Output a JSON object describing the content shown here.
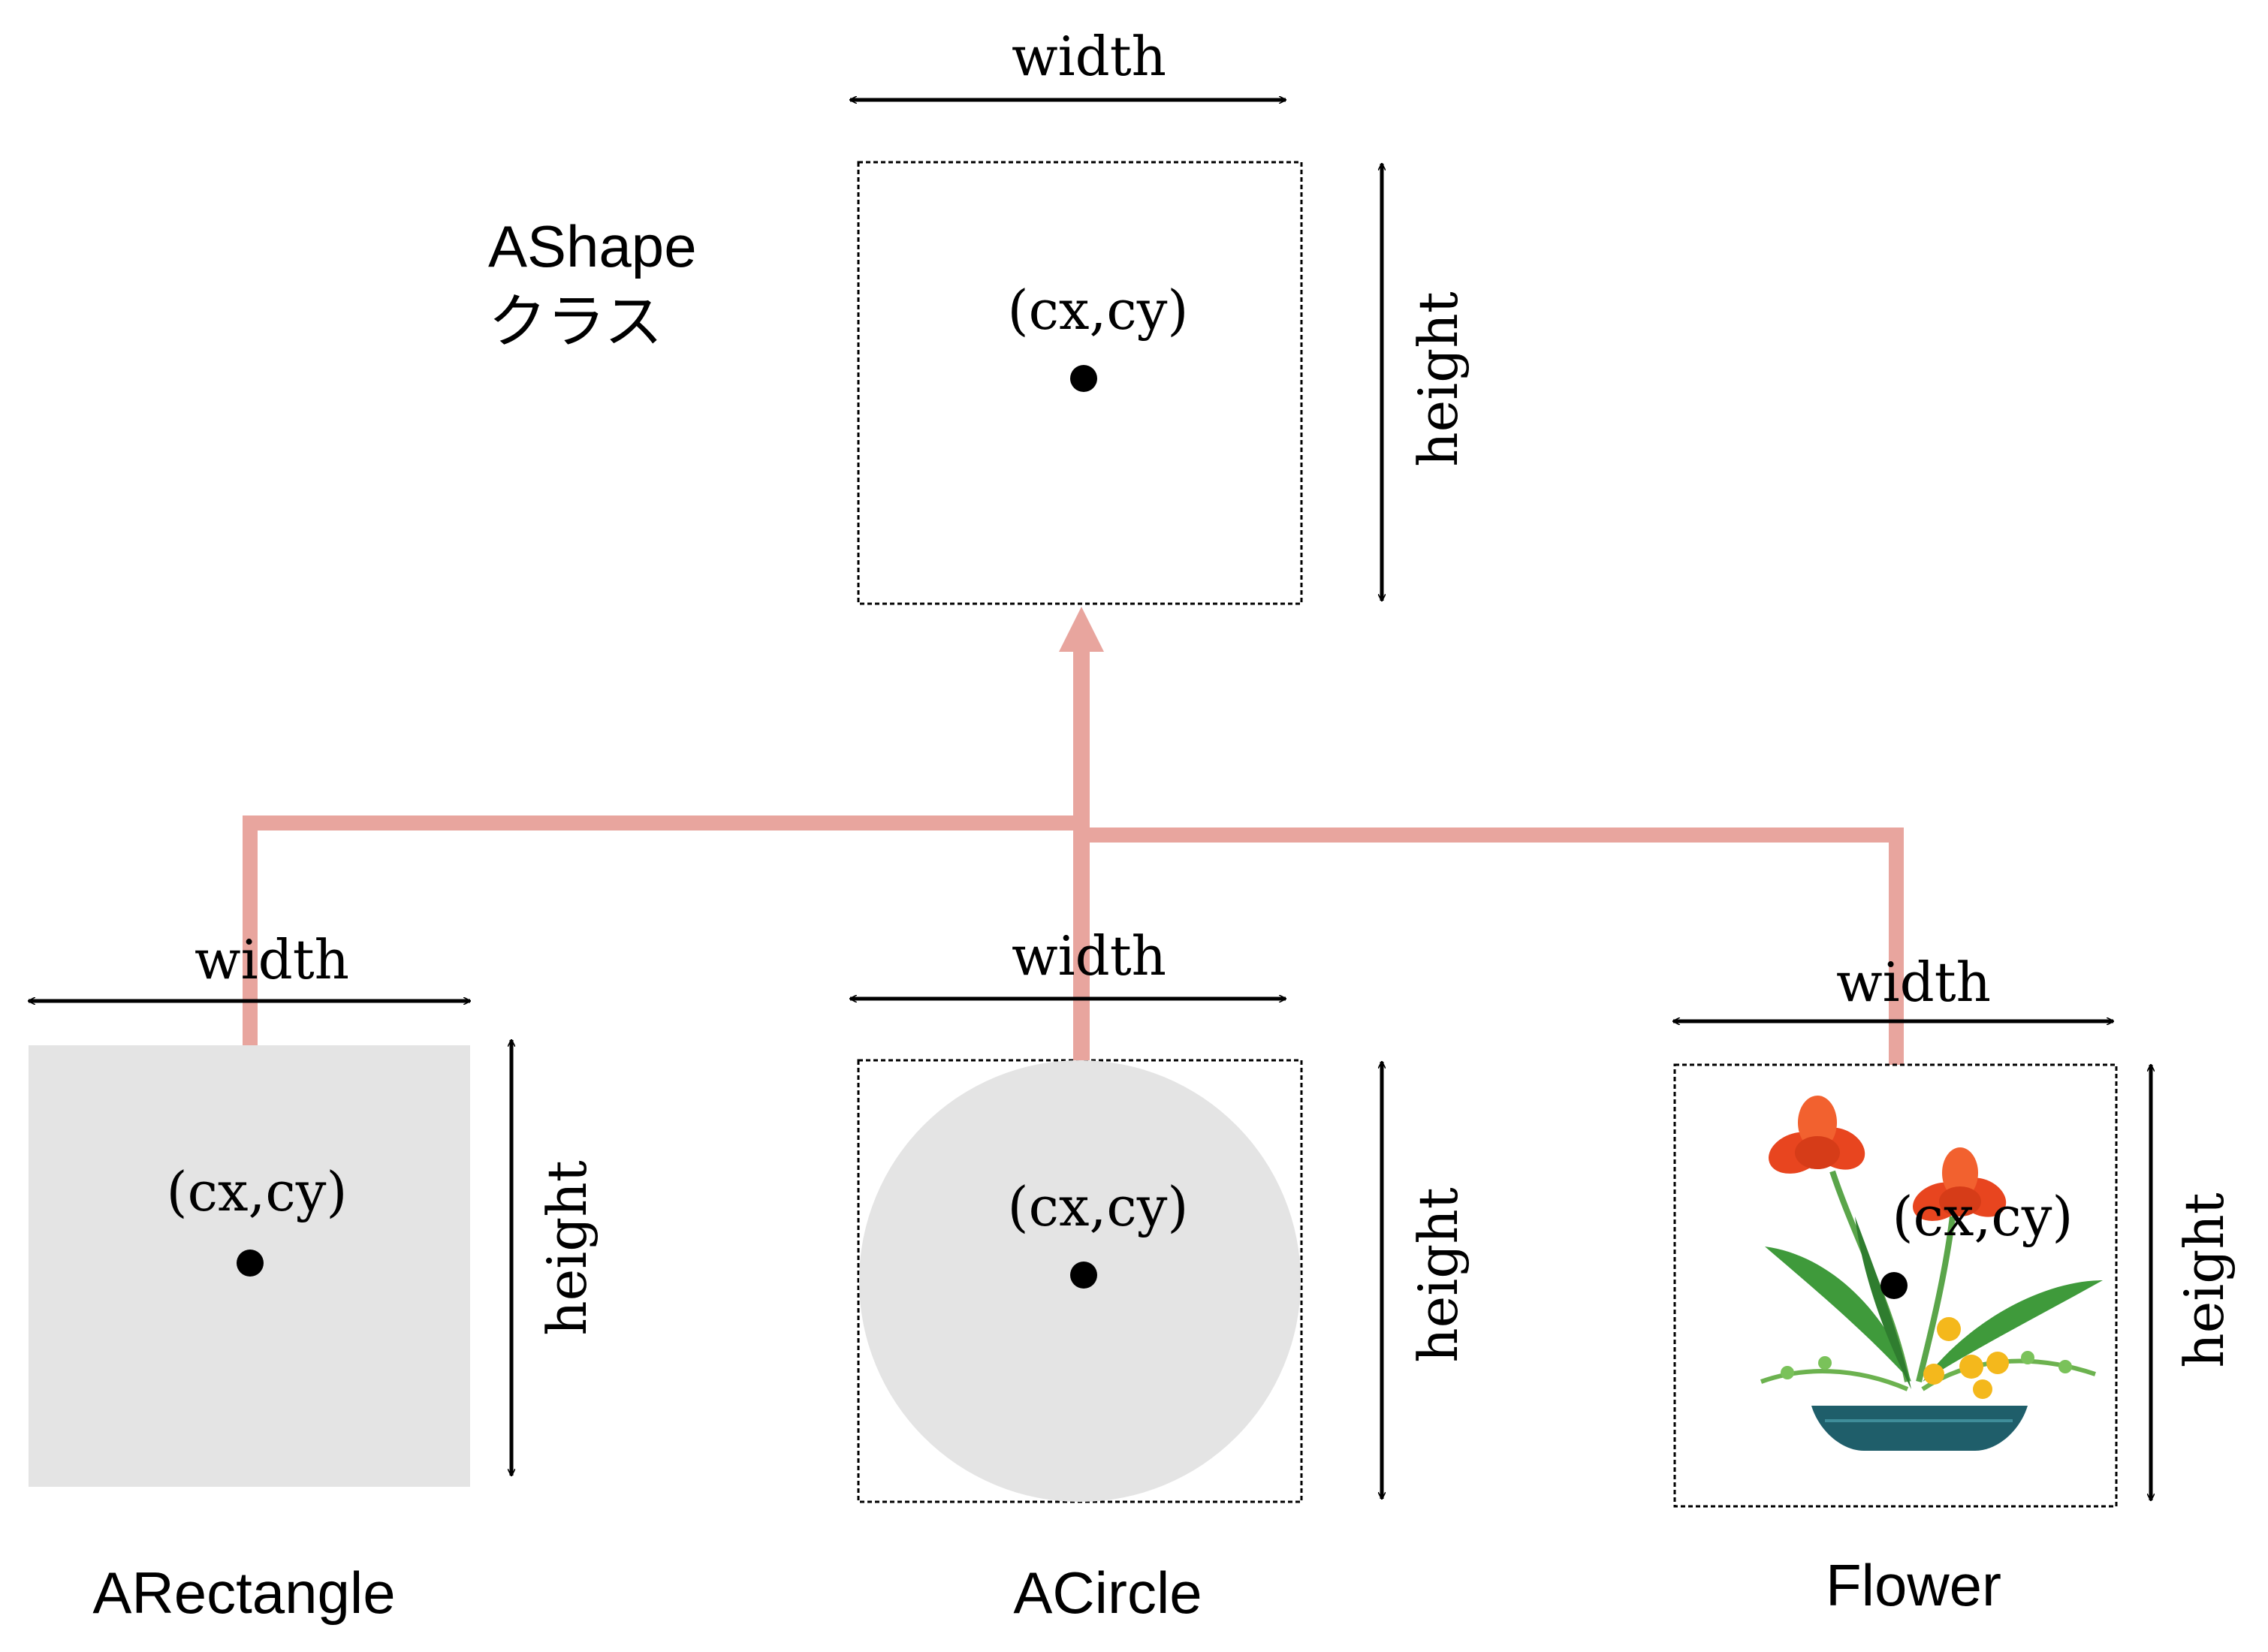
{
  "colors": {
    "inheritance_arrow": "#e8a59e",
    "shape_fill": "#e4e4e4",
    "stroke": "#000000",
    "petal": "#e8451f",
    "leaf": "#3f9a3b",
    "vase": "#1f5e6a",
    "small_flower": "#f4b81c"
  },
  "parent": {
    "class_name": "AShape",
    "class_label": "クラス",
    "width_label": "width",
    "height_label": "height",
    "center_label": "(cx,cy)"
  },
  "children": [
    {
      "id": "rectangle",
      "class_name": "ARectangle",
      "width_label": "width",
      "height_label": "height",
      "center_label": "(cx,cy)"
    },
    {
      "id": "circle",
      "class_name": "ACircle",
      "width_label": "width",
      "height_label": "height",
      "center_label": "(cx,cy)"
    },
    {
      "id": "flower",
      "class_name": "Flower",
      "width_label": "width",
      "height_label": "height",
      "center_label": "(cx,cy)",
      "icon": "flower-arrangement-icon"
    }
  ]
}
